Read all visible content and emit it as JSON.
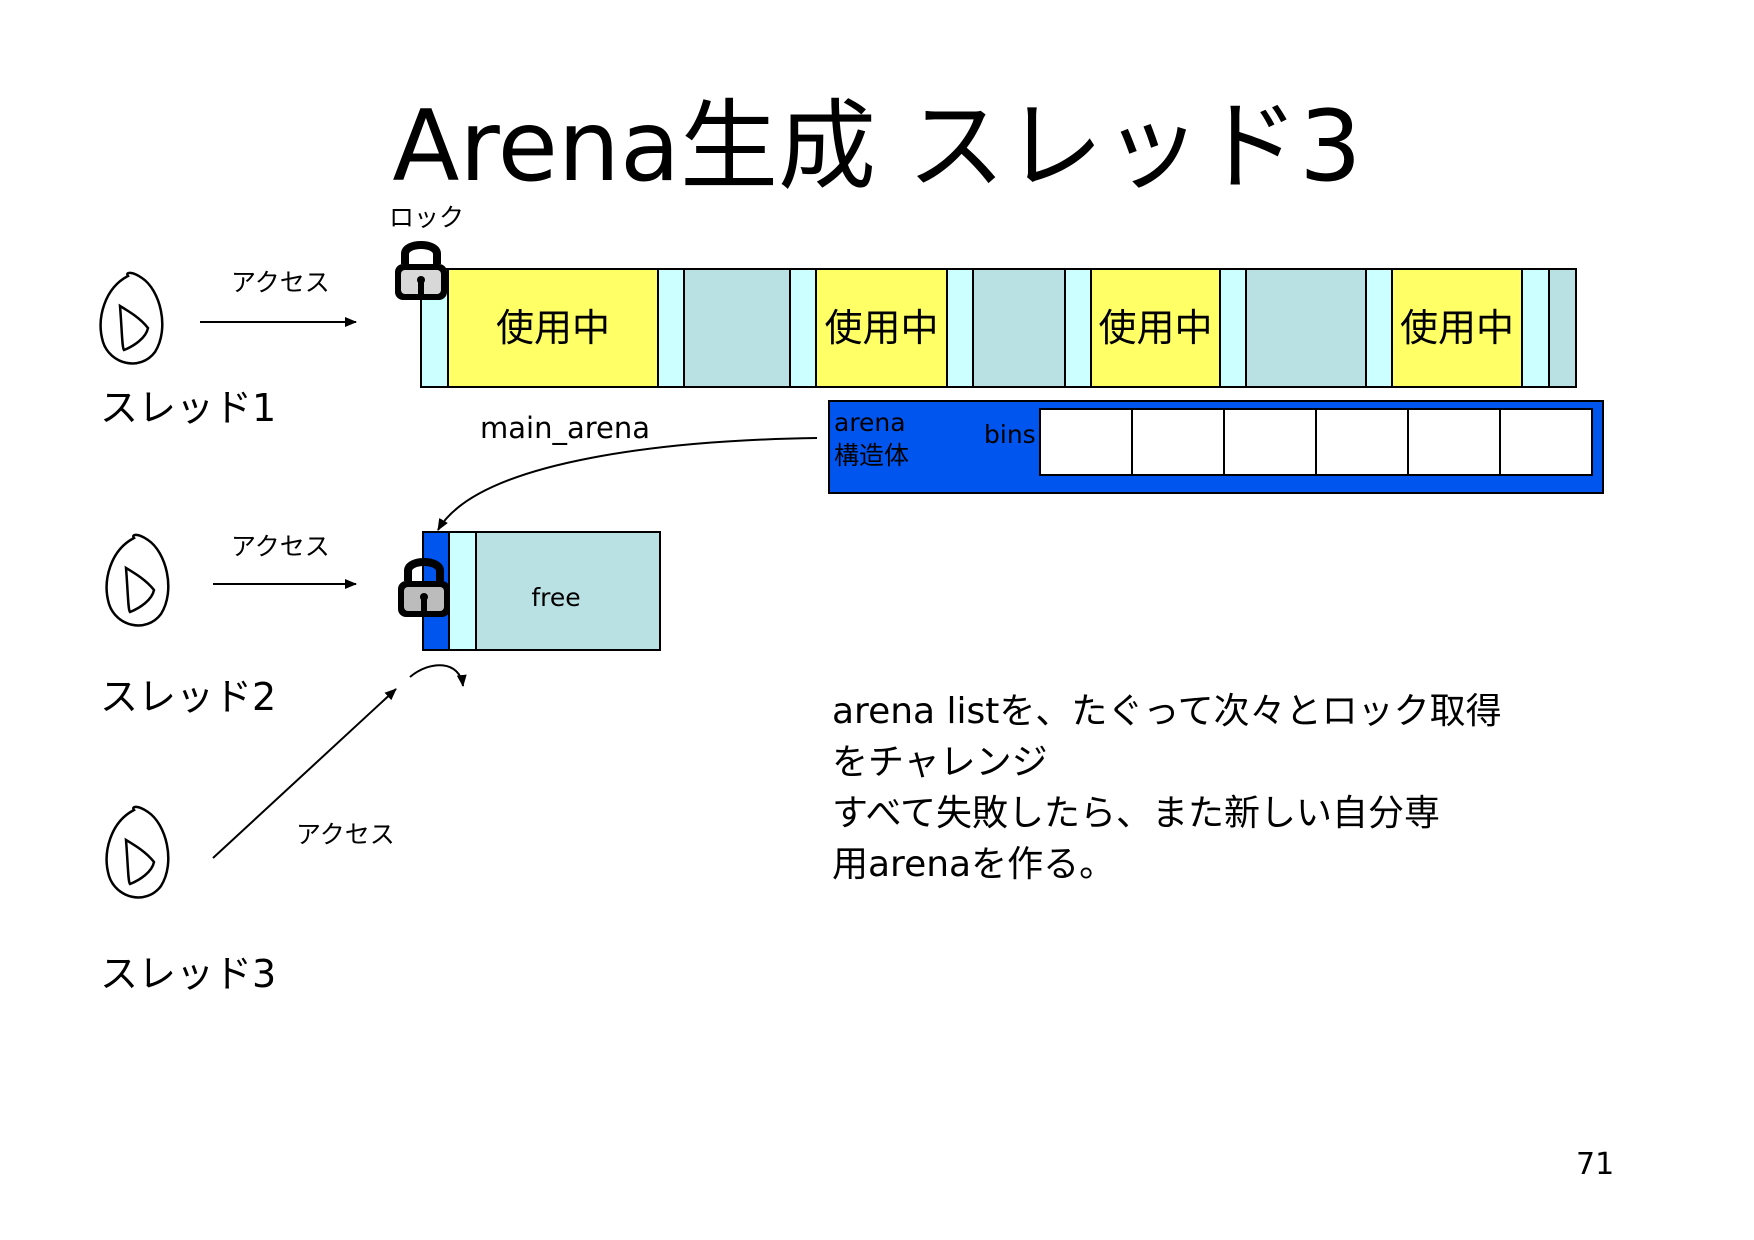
{
  "slide": {
    "title": "Arena生成 スレッド3",
    "page_number": "71"
  },
  "labels": {
    "lock": "ロック",
    "access": "アクセス",
    "main_arena": "main_arena",
    "arena_struct_1": "arena",
    "arena_struct_2": "構造体",
    "bins": "bins",
    "free": "free",
    "in_use": "使用中"
  },
  "threads": [
    {
      "name": "スレッド1"
    },
    {
      "name": "スレッド2"
    },
    {
      "name": "スレッド3"
    }
  ],
  "description": [
    "arena listを、たぐって次々とロック取得",
    "をチャレンジ",
    "すべて失敗したら、また新しい自分専",
    "用arenaを作る。"
  ],
  "colors": {
    "in_use": "#FFFF66",
    "free_block": "#B9E0E3",
    "header": "#CCFFFF",
    "arena_struct": "#0055EE",
    "bins_cell": "#FFFFFF",
    "lock": "#000000"
  }
}
